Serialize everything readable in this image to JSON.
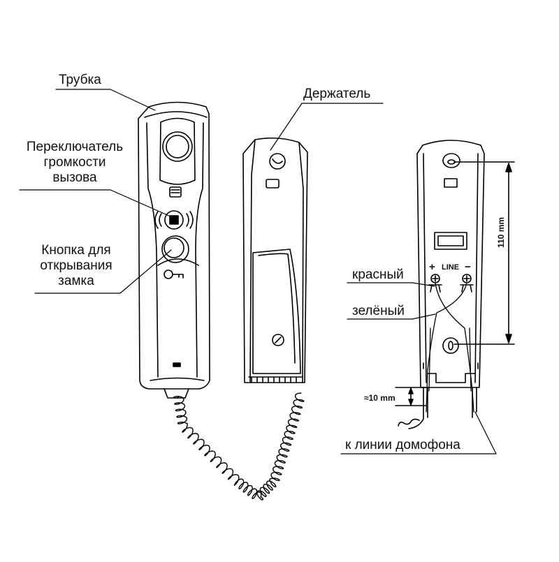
{
  "labels": {
    "handset": "Трубка",
    "holder": "Держатель",
    "volume_switch": [
      "Переключатель",
      "громкости",
      "вызова"
    ],
    "door_button": [
      "Кнопка для",
      "открывания",
      "замка"
    ],
    "wire_red": "красный",
    "wire_green": "зелёный",
    "to_line": "к линии домофона"
  },
  "dimensions": {
    "height": "110 mm",
    "cable": "≈10 mm"
  },
  "terminal": {
    "plus": "+",
    "line": "LINE",
    "minus": "−"
  }
}
